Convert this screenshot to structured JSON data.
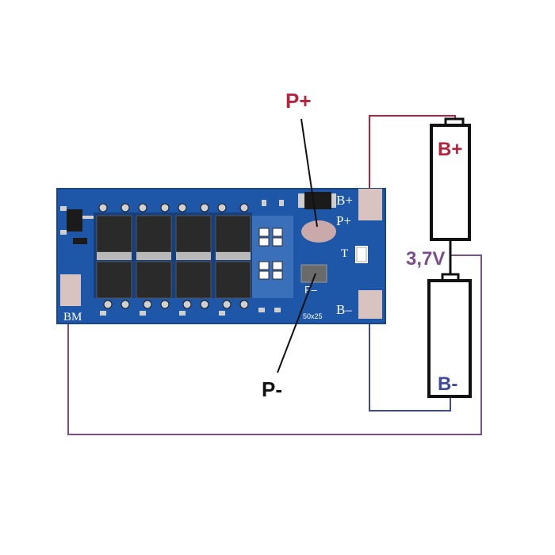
{
  "labels": {
    "p_plus": "P+",
    "p_minus": "P-",
    "b_plus": "B+",
    "b_minus": "B-",
    "voltage": "3,7V"
  },
  "board": {
    "silk_b_plus": "B+",
    "silk_p_plus": "P+",
    "silk_t": "T",
    "silk_b_minus": "B–",
    "silk_p_minus": "P–",
    "silk_bm": "BM",
    "silk_size": "50x25"
  },
  "colors": {
    "board": "#1f57a8",
    "wire_red": "#b8213c",
    "wire_purple": "#7b4f8e",
    "wire_blue": "#3d4aa0",
    "pad": "#d9c3c0"
  }
}
